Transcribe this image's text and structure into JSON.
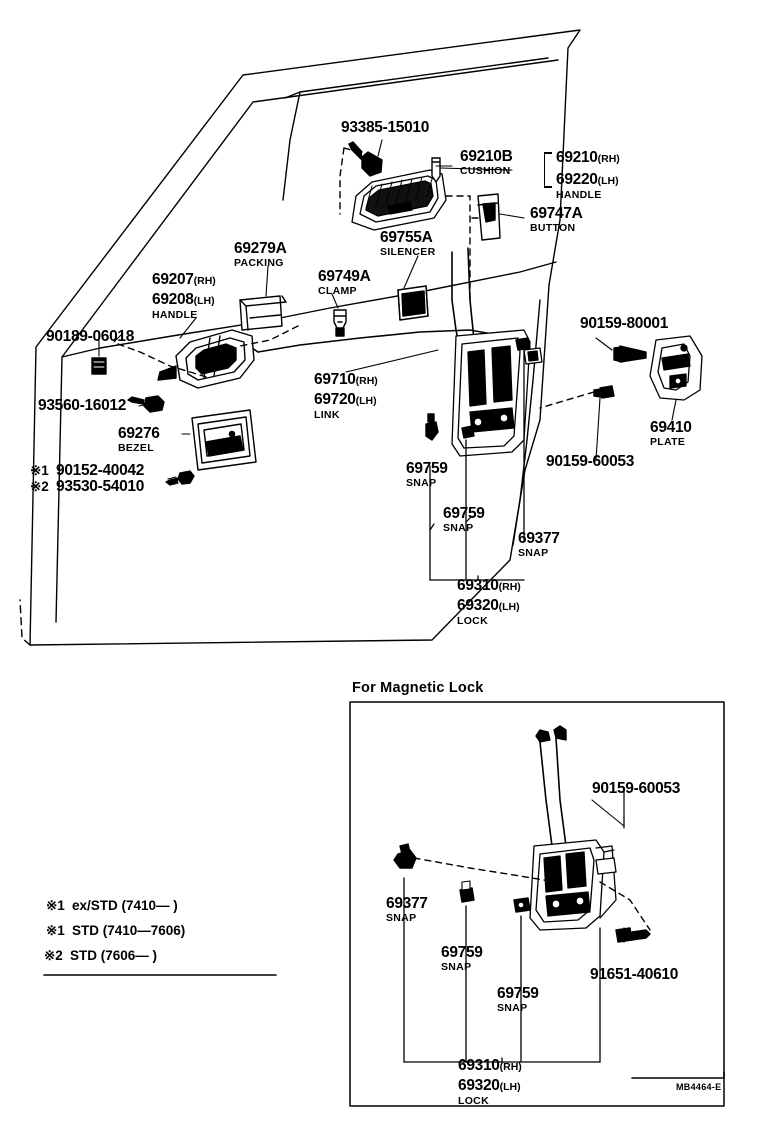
{
  "diagram": {
    "footer_code": "MB4464-E",
    "sections": {
      "magnetic_title": "For Magnetic Lock"
    },
    "notes": [
      {
        "mark": "※1",
        "text": "ex/STD (7410—      )"
      },
      {
        "mark": "※1",
        "text": "STD (7410—7606)"
      },
      {
        "mark": "※2",
        "text": "STD (7606—     )"
      }
    ],
    "upper_labels": [
      {
        "id": "bolt-93385",
        "number": "93385-15010",
        "name": "",
        "side": ""
      },
      {
        "id": "cushion-69210b",
        "number": "69210B",
        "name": "CUSHION",
        "side": ""
      },
      {
        "id": "handle-rh-69210",
        "number": "69210",
        "side": "(RH)",
        "name": ""
      },
      {
        "id": "handle-lh-69220",
        "number": "69220",
        "side": "(LH)",
        "name": "HANDLE"
      },
      {
        "id": "button-69747a",
        "number": "69747A",
        "name": "BUTTON",
        "side": ""
      },
      {
        "id": "silencer-69755a",
        "number": "69755A",
        "name": "SILENCER",
        "side": ""
      },
      {
        "id": "packing-69279a",
        "number": "69279A",
        "name": "PACKING",
        "side": ""
      },
      {
        "id": "clamp-69749a",
        "number": "69749A",
        "name": "CLAMP",
        "side": ""
      },
      {
        "id": "handle-rh-69207",
        "number": "69207",
        "side": "(RH)",
        "name": ""
      },
      {
        "id": "handle-lh-69208",
        "number": "69208",
        "side": "(LH)",
        "name": "HANDLE"
      },
      {
        "id": "screw-90189",
        "number": "90189-06018",
        "name": "",
        "side": ""
      },
      {
        "id": "screw-93560",
        "number": "93560-16012",
        "name": "",
        "side": ""
      },
      {
        "id": "bezel-69276",
        "number": "69276",
        "name": "BEZEL",
        "side": ""
      },
      {
        "id": "link-rh-69710",
        "number": "69710",
        "side": "(RH)",
        "name": ""
      },
      {
        "id": "link-lh-69720",
        "number": "69720",
        "side": "(LH)",
        "name": "LINK"
      },
      {
        "id": "snap-69759-a",
        "number": "69759",
        "name": "SNAP",
        "side": ""
      },
      {
        "id": "snap-69759-b",
        "number": "69759",
        "name": "SNAP",
        "side": ""
      },
      {
        "id": "snap-69377",
        "number": "69377",
        "name": "SNAP",
        "side": ""
      },
      {
        "id": "lock-rh-69310",
        "number": "69310",
        "side": "(RH)",
        "name": ""
      },
      {
        "id": "lock-lh-69320",
        "number": "69320",
        "side": "(LH)",
        "name": "LOCK"
      },
      {
        "id": "bolt-90159-80001",
        "number": "90159-80001",
        "name": "",
        "side": ""
      },
      {
        "id": "bolt-90159-60053",
        "number": "90159-60053",
        "name": "",
        "side": ""
      },
      {
        "id": "plate-69410",
        "number": "69410",
        "name": "PLATE",
        "side": ""
      },
      {
        "id": "screw-90152",
        "number": "90152-40042",
        "name": "",
        "side": "",
        "mark": "※1"
      },
      {
        "id": "screw-93530",
        "number": "93530-54010",
        "name": "",
        "side": "",
        "mark": "※2"
      }
    ],
    "lower_labels": [
      {
        "id": "m-bolt-90159-60053",
        "number": "90159-60053",
        "name": "",
        "side": ""
      },
      {
        "id": "m-snap-69377",
        "number": "69377",
        "name": "SNAP",
        "side": ""
      },
      {
        "id": "m-snap-69759-a",
        "number": "69759",
        "name": "SNAP",
        "side": ""
      },
      {
        "id": "m-snap-69759-b",
        "number": "69759",
        "name": "SNAP",
        "side": ""
      },
      {
        "id": "m-screw-91651",
        "number": "91651-40610",
        "name": "",
        "side": ""
      },
      {
        "id": "m-lock-rh-69310",
        "number": "69310",
        "side": "(RH)",
        "name": ""
      },
      {
        "id": "m-lock-lh-69320",
        "number": "69320",
        "side": "(LH)",
        "name": "LOCK"
      }
    ]
  }
}
